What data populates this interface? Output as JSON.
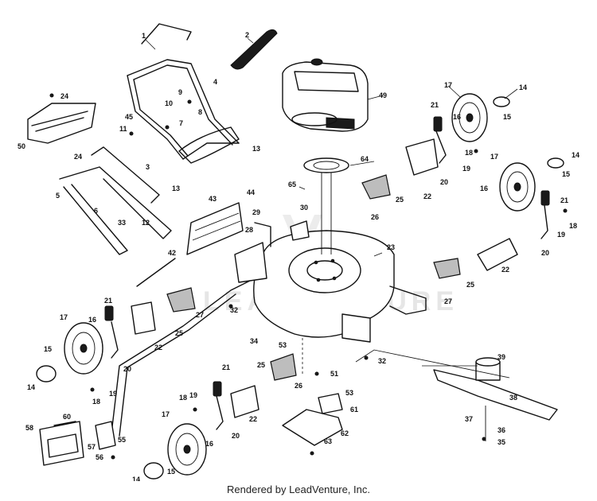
{
  "footer": {
    "text": "Rendered by LeadVenture, Inc."
  },
  "watermark": {
    "text": "LEADVENTURE"
  },
  "callouts": [
    {
      "id": "c1",
      "text": "1"
    },
    {
      "id": "c2",
      "text": "2"
    },
    {
      "id": "c3",
      "text": "3"
    },
    {
      "id": "c4",
      "text": "4"
    },
    {
      "id": "c5",
      "text": "5"
    },
    {
      "id": "c6",
      "text": "6"
    },
    {
      "id": "c7",
      "text": "7"
    },
    {
      "id": "c8",
      "text": "8"
    },
    {
      "id": "c9",
      "text": "9"
    },
    {
      "id": "c10",
      "text": "10"
    },
    {
      "id": "c11",
      "text": "11"
    },
    {
      "id": "c12",
      "text": "12"
    },
    {
      "id": "c13a",
      "text": "13"
    },
    {
      "id": "c13b",
      "text": "13"
    },
    {
      "id": "c14a",
      "text": "14"
    },
    {
      "id": "c14b",
      "text": "14"
    },
    {
      "id": "c14c",
      "text": "14"
    },
    {
      "id": "c14d",
      "text": "14"
    },
    {
      "id": "c15a",
      "text": "15"
    },
    {
      "id": "c15b",
      "text": "15"
    },
    {
      "id": "c15c",
      "text": "15"
    },
    {
      "id": "c15d",
      "text": "15"
    },
    {
      "id": "c16a",
      "text": "16"
    },
    {
      "id": "c16b",
      "text": "16"
    },
    {
      "id": "c16c",
      "text": "16"
    },
    {
      "id": "c16d",
      "text": "16"
    },
    {
      "id": "c17a",
      "text": "17"
    },
    {
      "id": "c17b",
      "text": "17"
    },
    {
      "id": "c17c",
      "text": "17"
    },
    {
      "id": "c17d",
      "text": "17"
    },
    {
      "id": "c18a",
      "text": "18"
    },
    {
      "id": "c18b",
      "text": "18"
    },
    {
      "id": "c18c",
      "text": "18"
    },
    {
      "id": "c18d",
      "text": "18"
    },
    {
      "id": "c19a",
      "text": "19"
    },
    {
      "id": "c19b",
      "text": "19"
    },
    {
      "id": "c19c",
      "text": "19"
    },
    {
      "id": "c19d",
      "text": "19"
    },
    {
      "id": "c20a",
      "text": "20"
    },
    {
      "id": "c20b",
      "text": "20"
    },
    {
      "id": "c20c",
      "text": "20"
    },
    {
      "id": "c20d",
      "text": "20"
    },
    {
      "id": "c21a",
      "text": "21"
    },
    {
      "id": "c21b",
      "text": "21"
    },
    {
      "id": "c21c",
      "text": "21"
    },
    {
      "id": "c21d",
      "text": "21"
    },
    {
      "id": "c22a",
      "text": "22"
    },
    {
      "id": "c22b",
      "text": "22"
    },
    {
      "id": "c22c",
      "text": "22"
    },
    {
      "id": "c22d",
      "text": "22"
    },
    {
      "id": "c23",
      "text": "23"
    },
    {
      "id": "c24a",
      "text": "24"
    },
    {
      "id": "c24b",
      "text": "24"
    },
    {
      "id": "c25a",
      "text": "25"
    },
    {
      "id": "c25b",
      "text": "25"
    },
    {
      "id": "c25c",
      "text": "25"
    },
    {
      "id": "c25d",
      "text": "25"
    },
    {
      "id": "c26a",
      "text": "26"
    },
    {
      "id": "c26b",
      "text": "26"
    },
    {
      "id": "c27a",
      "text": "27"
    },
    {
      "id": "c27b",
      "text": "27"
    },
    {
      "id": "c28",
      "text": "28"
    },
    {
      "id": "c29",
      "text": "29"
    },
    {
      "id": "c30",
      "text": "30"
    },
    {
      "id": "c32a",
      "text": "32"
    },
    {
      "id": "c32b",
      "text": "32"
    },
    {
      "id": "c33",
      "text": "33"
    },
    {
      "id": "c34",
      "text": "34"
    },
    {
      "id": "c35",
      "text": "35"
    },
    {
      "id": "c36",
      "text": "36"
    },
    {
      "id": "c37",
      "text": "37"
    },
    {
      "id": "c38",
      "text": "38"
    },
    {
      "id": "c39",
      "text": "39"
    },
    {
      "id": "c42",
      "text": "42"
    },
    {
      "id": "c43",
      "text": "43"
    },
    {
      "id": "c44",
      "text": "44"
    },
    {
      "id": "c45",
      "text": "45"
    },
    {
      "id": "c49",
      "text": "49"
    },
    {
      "id": "c50",
      "text": "50"
    },
    {
      "id": "c51",
      "text": "51"
    },
    {
      "id": "c53a",
      "text": "53"
    },
    {
      "id": "c53b",
      "text": "53"
    },
    {
      "id": "c55",
      "text": "55"
    },
    {
      "id": "c56",
      "text": "56"
    },
    {
      "id": "c57",
      "text": "57"
    },
    {
      "id": "c58",
      "text": "58"
    },
    {
      "id": "c60",
      "text": "60"
    },
    {
      "id": "c61",
      "text": "61"
    },
    {
      "id": "c62",
      "text": "62"
    },
    {
      "id": "c63",
      "text": "63"
    },
    {
      "id": "c64",
      "text": "64"
    },
    {
      "id": "c65",
      "text": "65"
    }
  ]
}
